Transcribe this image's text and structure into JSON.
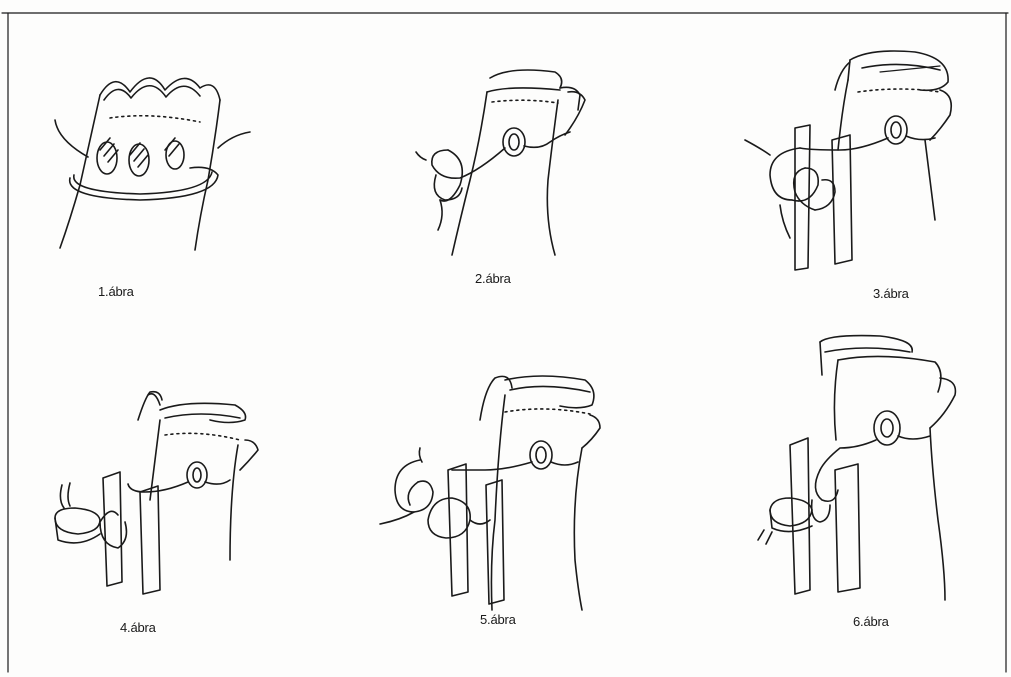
{
  "figures": [
    {
      "id": 1,
      "caption": "1.ábra",
      "icon": "boot-toggle-step-1-icon"
    },
    {
      "id": 2,
      "caption": "2.ábra",
      "icon": "boot-toggle-step-2-icon"
    },
    {
      "id": 3,
      "caption": "3.ábra",
      "icon": "boot-toggle-step-3-icon"
    },
    {
      "id": 4,
      "caption": "4.ábra",
      "icon": "boot-toggle-step-4-icon"
    },
    {
      "id": 5,
      "caption": "5.ábra",
      "icon": "boot-toggle-step-5-icon"
    },
    {
      "id": 6,
      "caption": "6.ábra",
      "icon": "boot-toggle-step-6-icon"
    }
  ],
  "colors": {
    "ink": "#1a1a1a",
    "paper": "#fdfdfc"
  }
}
